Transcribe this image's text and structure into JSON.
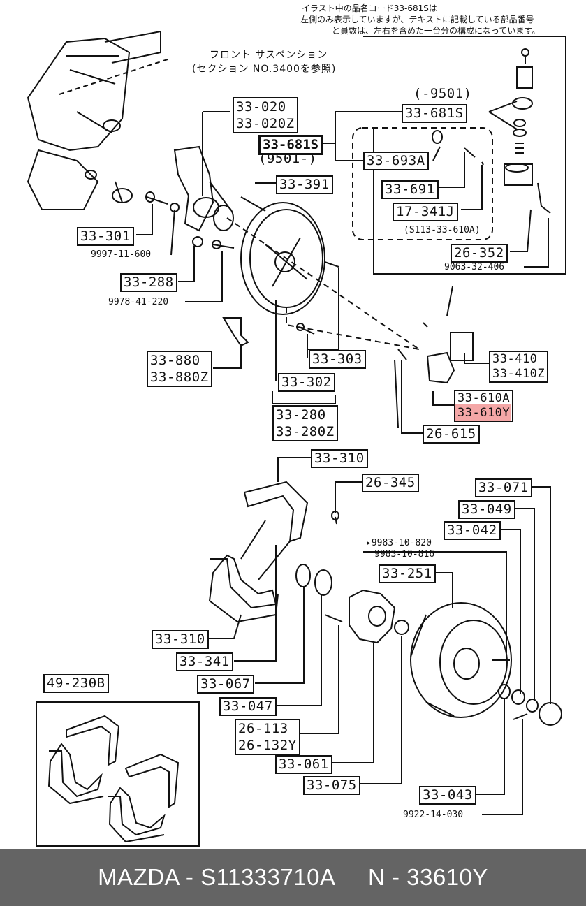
{
  "notes": {
    "top_right_line1": "イラスト中の品名コード33-681Sは",
    "top_right_line2": "左側のみ表示していますが、テキストに記載している部品番号",
    "top_right_line3": "と員数は、左右を含めた一台分の構成になっています。",
    "front_suspension_line1": "フロント サスペンション",
    "front_suspension_line2": "(セクション NO.3400を参照)",
    "range_before": "(-9501)",
    "range_after": "(9501-)",
    "sub_range": "(S113-33-610A)"
  },
  "labels": {
    "p33020": "33-020",
    "p33020Z": "33-020Z",
    "p33681S_top": "33-681S",
    "p33681S_left": "33-681S",
    "p33693A": "33-693A",
    "p33391": "33-391",
    "p33691": "33-691",
    "p17341J": "17-341J",
    "p26352": "26-352",
    "s9063_32_406": "9063-32-406",
    "p33301": "33-301",
    "s9997_11_600": "9997-11-600",
    "p33288": "33-288",
    "s9978_41_220": "9978-41-220",
    "p33880": "33-880",
    "p33880Z": "33-880Z",
    "p33303": "33-303",
    "p33302": "33-302",
    "p33280": "33-280",
    "p33280Z": "33-280Z",
    "p33410": "33-410",
    "p33410Z": "33-410Z",
    "p33610A": "33-610A",
    "p33610Y": "33-610Y",
    "p26615": "26-615",
    "p33310_top": "33-310",
    "p26345": "26-345",
    "p33071": "33-071",
    "p33049": "33-049",
    "p33042": "33-042",
    "s9983_10_820": "9983-10-820",
    "s9983_10_816": "9983-10-816",
    "p33251": "33-251",
    "p33310_left": "33-310",
    "p33341": "33-341",
    "p33067": "33-067",
    "p33047": "33-047",
    "p26113": "26-113",
    "p26132Y": "26-132Y",
    "p33061": "33-061",
    "p33075": "33-075",
    "p33043": "33-043",
    "s9922_14_030": "9922-14-030",
    "p49230B": "49-230B"
  },
  "highlight": {
    "part": "33-610Y",
    "color": "#f08a8a"
  },
  "footer": {
    "text": "MAZDA - S11333710A     N - 33610Y"
  }
}
